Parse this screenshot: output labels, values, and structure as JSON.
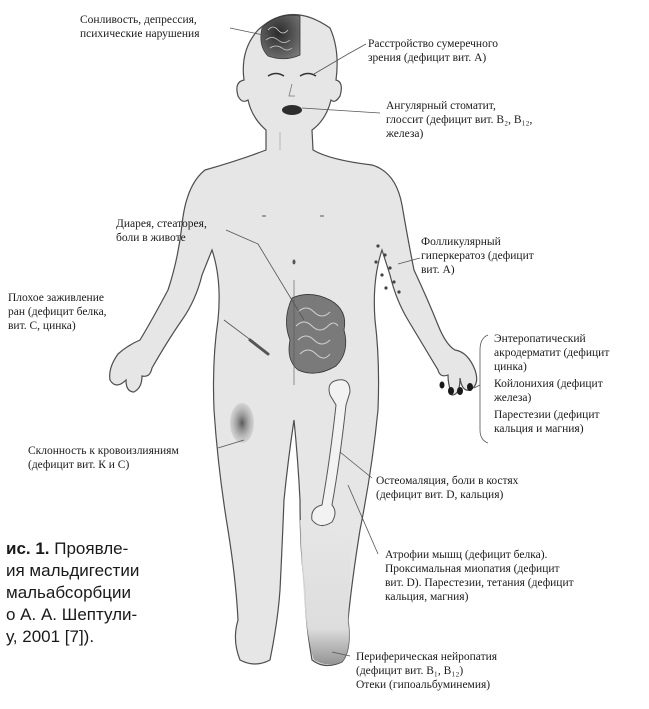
{
  "labels": {
    "drowsiness": "Сонливость, депрессия,\nпсихические нарушения",
    "night_vision": "Расстройство сумеречного\nзрения (дефицит вит. А)",
    "stomatitis": "Ангулярный стоматит,\nглоссит (дефицит вит. В₂, В₁₂,\nжелеза)",
    "diarrhea": "Диарея, стеаторея,\nболи в животе",
    "hyperkeratosis": "Фолликулярный\nгиперкератоз (дефицит\nвит. А)",
    "wounds": "Плохое заживление\nран (дефицит белка,\nвит. С, цинка)",
    "enteropathic": "Энтеропатический\nакродерматит (дефицит\nцинка)",
    "koilonychia": "Койлонихия (дефицит\nжелеза)",
    "paresthesia": "Парестезии (дефицит\nкальция и магния)",
    "hemorrhage": "Склонность к кровоизлияниям\n(дефицит вит. К и С)",
    "osteomalacia": "Остеомаляция, боли в костях\n(дефицит вит. D, кальция)",
    "atrophy": "Атрофии мышц (дефицит белка).\nПроксимальная миопатия (дефицит\nвит. D). Парестезии, тетания (дефицит\nкальция, магния)",
    "neuropathy": "Периферическая нейропатия\n(дефицит вит. В₁, В₁₂)\nОтеки (гипоальбуминемия)"
  },
  "caption": {
    "number": "ис. 1.",
    "text": " Проявле-\nия мальдигестии\nмальабсорбции\nо А. А. Шептули-\nу, 2001 [7])."
  },
  "colors": {
    "skin": "#e6e6e6",
    "outline": "#4d4d4d",
    "leader": "#555555",
    "brain": "#3a3a3a",
    "bone": "#f2f2f2",
    "bruise": "#6e6e6e"
  }
}
